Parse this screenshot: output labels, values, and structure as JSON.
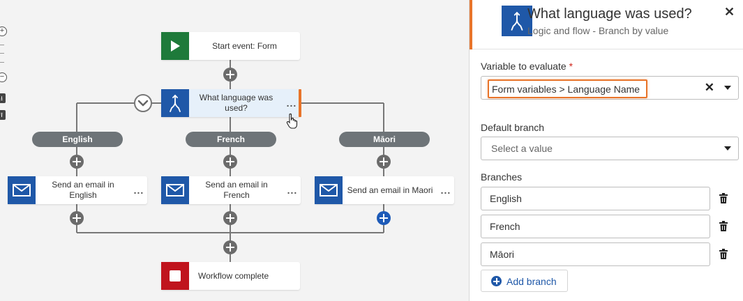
{
  "canvas": {
    "start_node": {
      "label": "Start event: Form"
    },
    "branch_node": {
      "label": "What language was used?"
    },
    "branches": [
      {
        "pill": "English",
        "action_label": "Send an email in English"
      },
      {
        "pill": "French",
        "action_label": "Send an email in French"
      },
      {
        "pill": "Māori",
        "action_label": "Send an email in Maori"
      }
    ],
    "end_node": {
      "label": "Workflow complete"
    },
    "more_menu": "...",
    "zoom_controls": {
      "zoom_in": "+",
      "zoom_out": "−"
    }
  },
  "panel": {
    "title": "What language was used?",
    "subtitle": "Logic and flow - Branch by value",
    "close_label": "✕",
    "variable_label": "Variable to evaluate",
    "required_mark": "*",
    "variable_value": "Form variables > Language Name",
    "clear_label": "✕",
    "default_branch_label": "Default branch",
    "default_branch_placeholder": "Select a value",
    "branches_label": "Branches",
    "branch_values": [
      "English",
      "French",
      "Māori"
    ],
    "add_branch_label": "Add branch"
  },
  "colors": {
    "accent_orange": "#e8742a",
    "node_blue": "#1f58a8",
    "start_green": "#1e7a3a",
    "end_red": "#c0141d",
    "pill_gray": "#6e7478",
    "plus_blue": "#1e5bb8"
  },
  "icons": {
    "start": "play-icon",
    "branch": "branch-split-icon",
    "email": "envelope-icon",
    "end": "stop-icon",
    "delete": "trash-icon"
  }
}
